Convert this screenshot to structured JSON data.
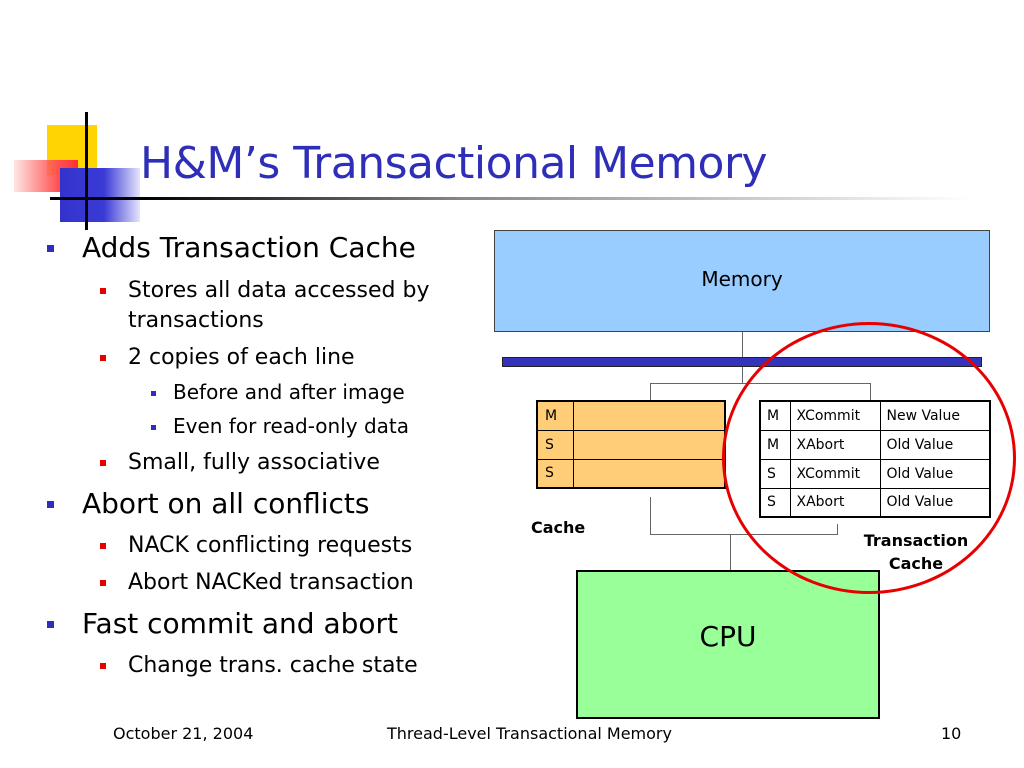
{
  "slide": {
    "title": "H&M’s Transactional Memory",
    "bullets": [
      {
        "text": "Adds Transaction Cache",
        "children": [
          {
            "text": "Stores all data accessed by",
            "cont": "transactions"
          },
          {
            "text": "2 copies of each line",
            "children": [
              {
                "text": "Before and after image"
              },
              {
                "text": "Even for read-only data"
              }
            ]
          },
          {
            "text": "Small, fully associative"
          }
        ]
      },
      {
        "text": "Abort on all conflicts",
        "children": [
          {
            "text": "NACK conflicting requests"
          },
          {
            "text": "Abort NACKed transaction"
          }
        ]
      },
      {
        "text": "Fast commit and abort",
        "children": [
          {
            "text": "Change trans. cache state"
          }
        ]
      }
    ]
  },
  "diagram": {
    "memory_label": "Memory",
    "cache": {
      "label": "Cache",
      "rows": [
        "M",
        "S",
        "S"
      ]
    },
    "transaction_cache": {
      "label_line1": "Transaction",
      "label_line2": "Cache",
      "rows": [
        [
          "M",
          "XCommit",
          "New Value"
        ],
        [
          "M",
          "XAbort",
          "Old Value"
        ],
        [
          "S",
          "XCommit",
          "Old Value"
        ],
        [
          "S",
          "XAbort",
          "Old Value"
        ]
      ]
    },
    "cpu_label": "CPU",
    "colors": {
      "memory": "#99ccff",
      "bus": "#3333bb",
      "cache": "#ffcc77",
      "cpu": "#99ff99",
      "highlight_circle": "#e60000"
    }
  },
  "footer": {
    "date": "October 21, 2004",
    "title": "Thread-Level Transactional Memory",
    "page": "10"
  }
}
